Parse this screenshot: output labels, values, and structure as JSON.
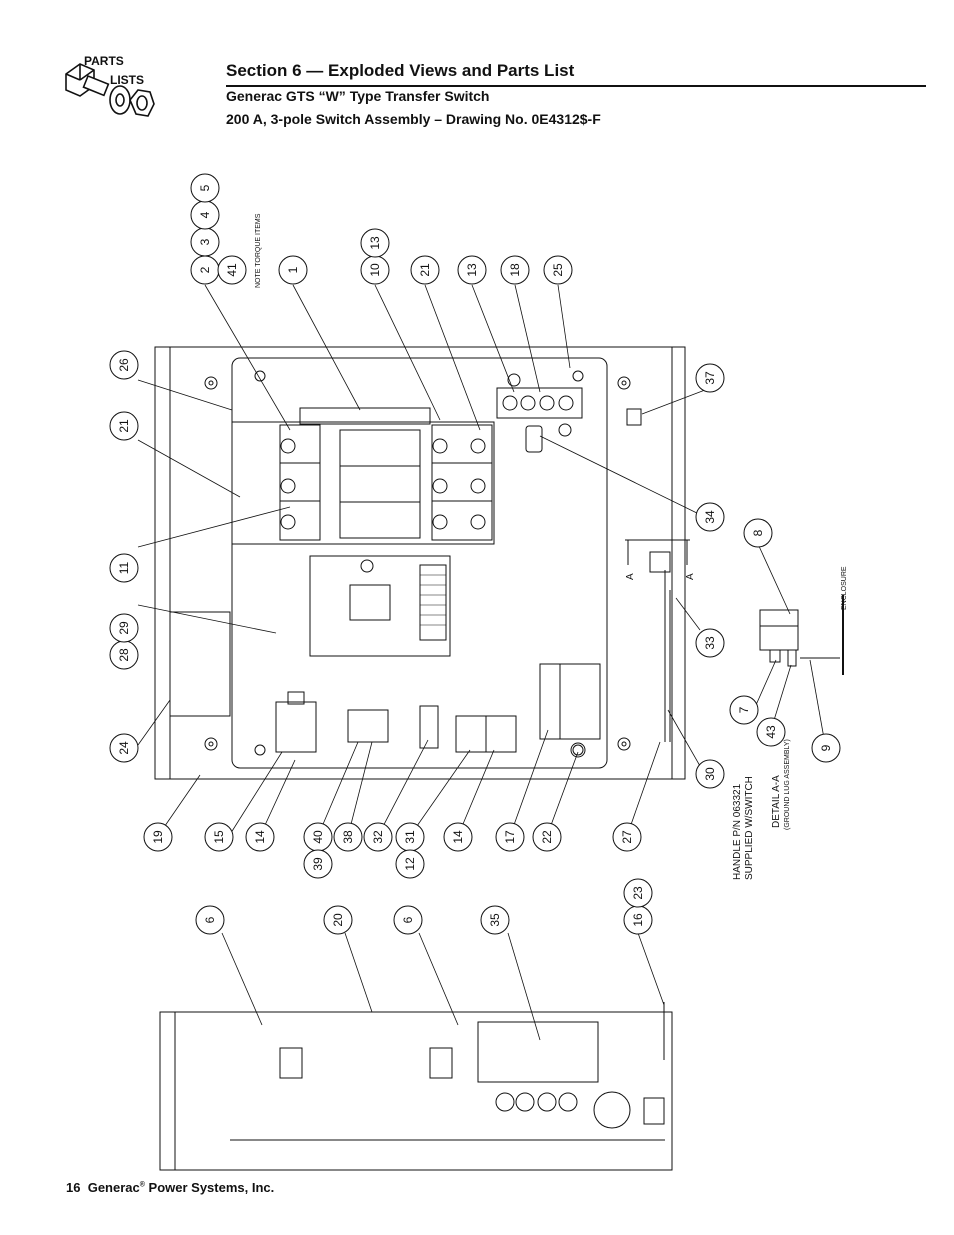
{
  "header": {
    "section_title": "Section 6 — Exploded Views and Parts List",
    "subtitle": "Generac GTS “W” Type Transfer Switch",
    "drawing": "200 A, 3-pole Switch Assembly – Drawing No. 0E4312$-F"
  },
  "logo": {
    "line1": "PARTS",
    "line2": "LISTS"
  },
  "footer": {
    "page_number": "16",
    "company": "Generac",
    "company_rest": " Power Systems, Inc."
  },
  "notes": {
    "torque": "NOTE TORQUE ITEMS",
    "handle_line1": "HANDLE P/N 063321",
    "handle_line2": "SUPPLIED W/SWITCH",
    "detail": "DETAIL A-A",
    "detail_sub": "(GROUND LUG ASSEMBLY)",
    "enclosure": "ENCLOSURE",
    "section_a": "A"
  },
  "callouts": {
    "c2": "2",
    "c3": "3",
    "c4": "4",
    "c5": "5",
    "c41": "41",
    "c1": "1",
    "c10": "10",
    "c13a": "13",
    "c21a": "21",
    "c13b": "13",
    "c18": "18",
    "c25": "25",
    "c26": "26",
    "c21b": "21",
    "c37": "37",
    "c34": "34",
    "c11": "11",
    "c8": "8",
    "c28": "28",
    "c29": "29",
    "c33": "33",
    "c24": "24",
    "c7": "7",
    "c43": "43",
    "c9": "9",
    "c30": "30",
    "c19": "19",
    "c15": "15",
    "c14a": "14",
    "c40": "40",
    "c39": "39",
    "c38": "38",
    "c32": "32",
    "c31": "31",
    "c12": "12",
    "c14b": "14",
    "c17": "17",
    "c22": "22",
    "c27": "27",
    "c6a": "6",
    "c20": "20",
    "c6b": "6",
    "c35": "35",
    "c16": "16",
    "c23": "23"
  }
}
